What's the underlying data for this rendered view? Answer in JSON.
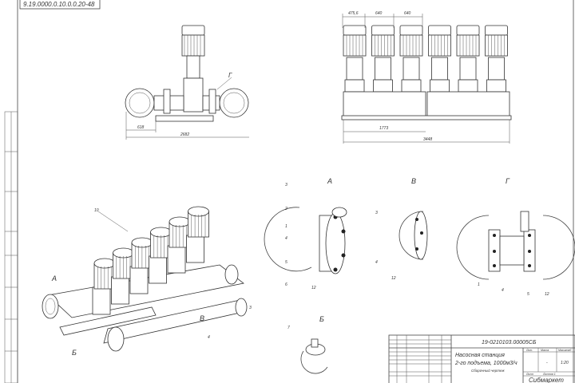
{
  "stamp_top_left": "9.19.0000.0.10.0.0.20-48",
  "front_view": {
    "dim_flange": "618",
    "dim_total": "2682",
    "label": "Г"
  },
  "top_view": {
    "dim_first": "475,6",
    "dim_pitch_1": "640",
    "dim_pitch_2": "640",
    "dim_half": "1773",
    "dim_total": "3448"
  },
  "iso_view": {
    "labels": [
      "А",
      "Б",
      "В"
    ],
    "callouts": [
      "10",
      "3",
      "4"
    ]
  },
  "details": {
    "a": {
      "title": "А",
      "callouts": [
        "3",
        "2",
        "1",
        "4",
        "5",
        "6",
        "12"
      ]
    },
    "v": {
      "title": "В",
      "callouts": [
        "3",
        "4",
        "12"
      ]
    },
    "g": {
      "title": "Г",
      "callouts": [
        "1",
        "4",
        "5",
        "12"
      ]
    },
    "b": {
      "title": "Б",
      "callouts": [
        "7"
      ]
    }
  },
  "title_block": {
    "doc_number": "19-0210103.00005СБ",
    "name_line1": "Насосная станция",
    "name_line2": "2-го подъема, 1000м3/ч",
    "doc_type": "Сборочный чертеж",
    "col_lit": "Лит.",
    "col_mass": "Масса",
    "col_scale": "Масштаб",
    "mass": "-",
    "scale": "1:20",
    "sheet": "Лист",
    "sheets": "Листов 1",
    "org": "Сибмаркет"
  }
}
